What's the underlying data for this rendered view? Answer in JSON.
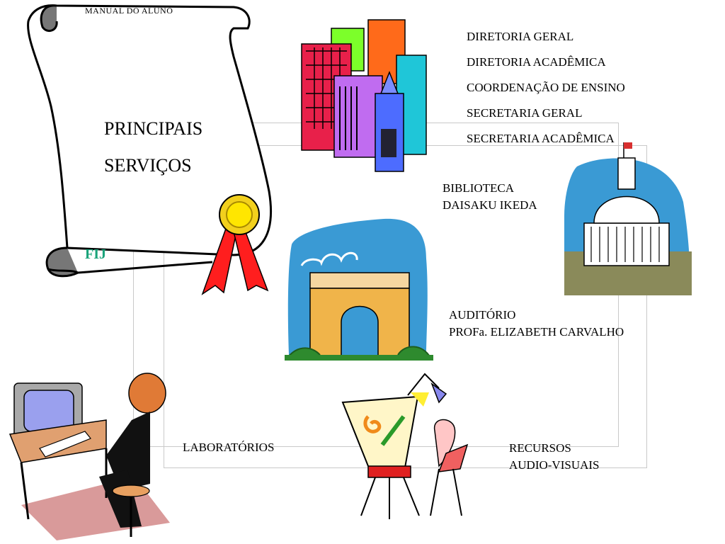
{
  "scroll": {
    "header": "MANUAL  DO  ALUNO",
    "title_line1": "PRINCIPAIS",
    "title_line2": "SERVIÇOS",
    "brand": "FIJ"
  },
  "directors": [
    "DIRETORIA GERAL",
    "DIRETORIA ACADÊMICA",
    "COORDENAÇÃO DE ENSINO",
    "SECRETARIA GERAL",
    "SECRETARIA ACADÊMICA"
  ],
  "library": {
    "line1": "BIBLIOTECA",
    "line2": "DAISAKU IKEDA"
  },
  "auditorium": {
    "line1": "AUDITÓRIO",
    "line2": "PROFa. ELIZABETH CARVALHO"
  },
  "labs": "LABORATÓRIOS",
  "av": {
    "line1": "RECURSOS",
    "line2": "AUDIO-VISUAIS"
  },
  "colors": {
    "brand": "#1aa37a",
    "sky": "#3a9ad4",
    "frame": "#c9c9c9"
  },
  "icons": [
    "scroll-icon",
    "buildings-icon",
    "ribbon-award-icon",
    "arch-icon",
    "capitol-icon",
    "computer-user-icon",
    "artist-easel-icon"
  ]
}
